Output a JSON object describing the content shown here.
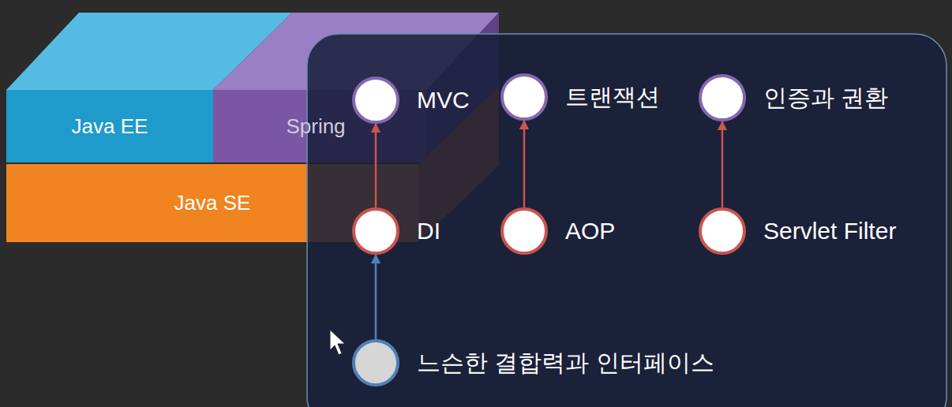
{
  "diagram": {
    "nodes": [
      {
        "text": [
          "Java EE"
        ]
      },
      {
        "text": [
          "Spring"
        ]
      },
      {
        "text": [
          "Java SE"
        ]
      },
      {
        "text": [
          "MVC"
        ]
      },
      {
        "text": [
          "트랜잭션"
        ]
      },
      {
        "text": [
          "인증과 권환"
        ]
      },
      {
        "text": [
          "DI"
        ]
      },
      {
        "text": [
          "AOP"
        ]
      },
      {
        "text": [
          "Servlet Filter"
        ]
      },
      {
        "text": [
          "느슨한 결합력과 인터페이스"
        ]
      }
    ],
    "edges": [
      {
        "from": 6,
        "to": 3,
        "arrow": "to"
      },
      {
        "from": 7,
        "to": 4,
        "arrow": "to"
      },
      {
        "from": 8,
        "to": 5,
        "arrow": "to"
      },
      {
        "from": 9,
        "to": 6,
        "arrow": "to"
      }
    ]
  }
}
